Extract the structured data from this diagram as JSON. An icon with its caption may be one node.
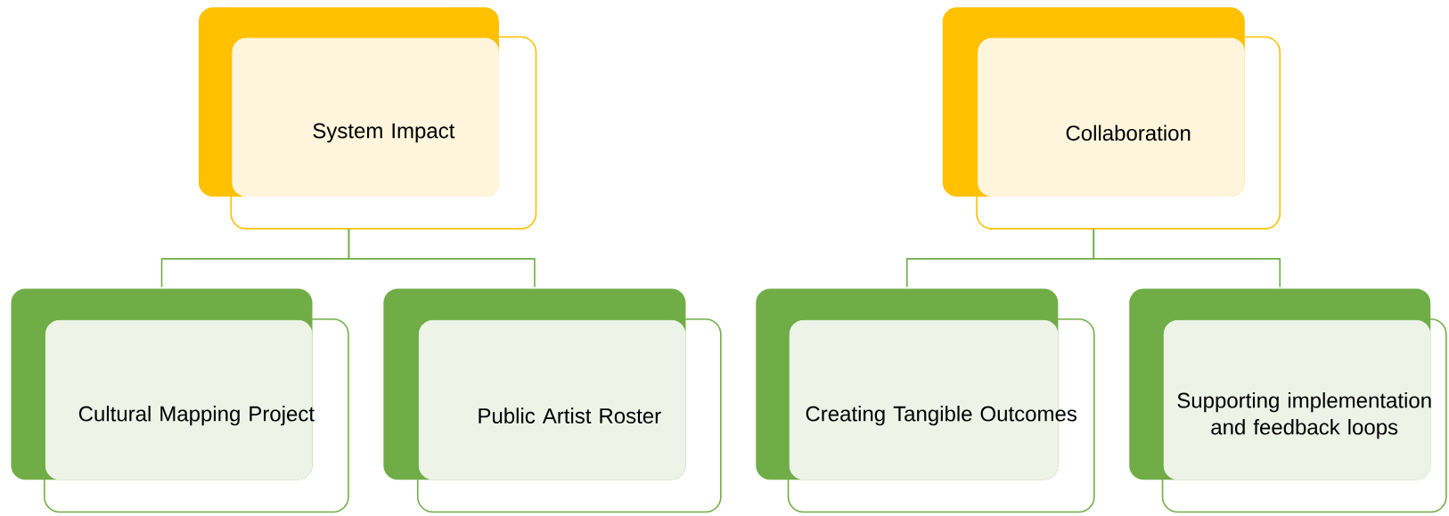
{
  "diagram": {
    "nodes": [
      {
        "text": [
          "System Impact"
        ]
      },
      {
        "text": [
          "Cultural Mapping Project"
        ]
      },
      {
        "text": [
          "Public Artist Roster"
        ]
      },
      {
        "text": [
          "Collaboration"
        ]
      },
      {
        "text": [
          "Creating Tangible Outcomes"
        ]
      },
      {
        "text": [
          "Supporting implementation and feedback loops"
        ]
      }
    ],
    "edges": [
      {
        "from": 0,
        "to": 1,
        "arrow": "none"
      },
      {
        "from": 0,
        "to": 2,
        "arrow": "none"
      },
      {
        "from": 3,
        "to": 4,
        "arrow": "none"
      },
      {
        "from": 3,
        "to": 5,
        "arrow": "none"
      }
    ]
  }
}
